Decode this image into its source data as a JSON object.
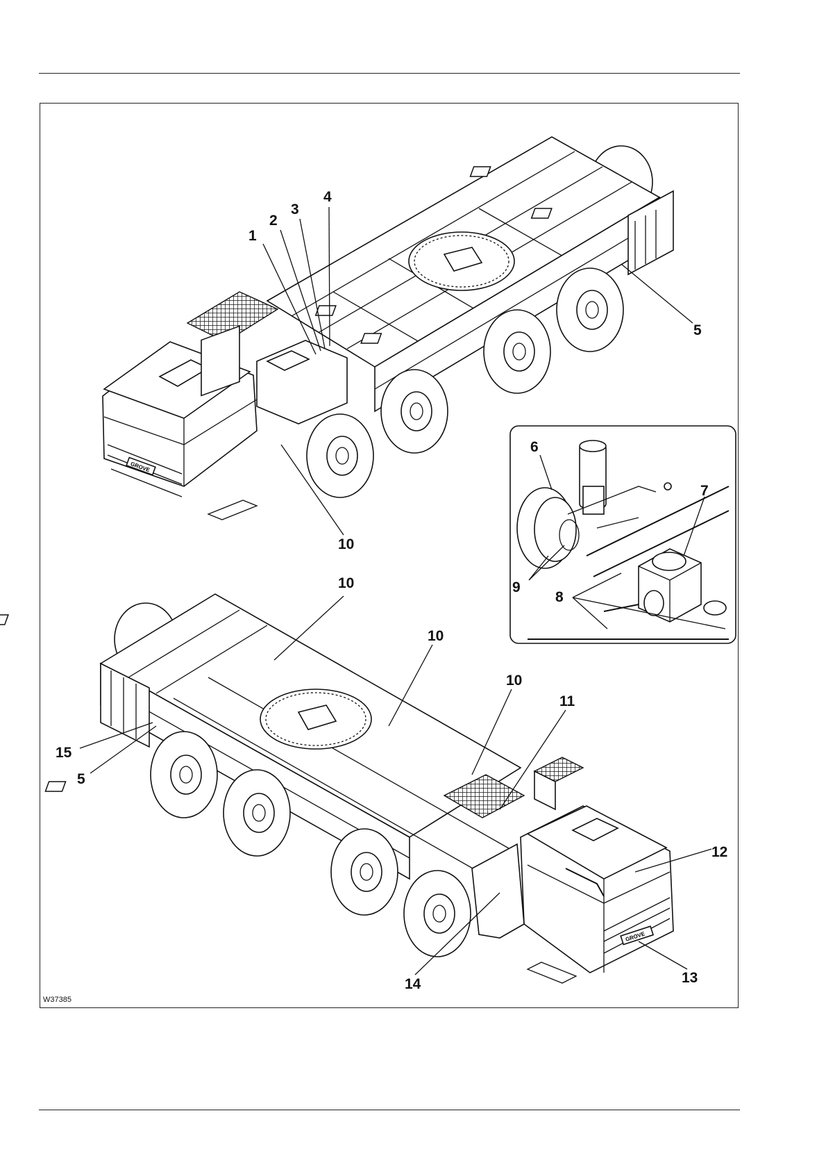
{
  "figure": {
    "id_label": "W37385",
    "callouts": [
      {
        "n": "1"
      },
      {
        "n": "2"
      },
      {
        "n": "3"
      },
      {
        "n": "4"
      },
      {
        "n": "5"
      },
      {
        "n": "6"
      },
      {
        "n": "7"
      },
      {
        "n": "8"
      },
      {
        "n": "9"
      },
      {
        "n": "10"
      },
      {
        "n": "10"
      },
      {
        "n": "10"
      },
      {
        "n": "10"
      },
      {
        "n": "11"
      },
      {
        "n": "12"
      },
      {
        "n": "13"
      },
      {
        "n": "14"
      },
      {
        "n": "5"
      },
      {
        "n": "15"
      }
    ],
    "brand_mark": "GROVE"
  }
}
